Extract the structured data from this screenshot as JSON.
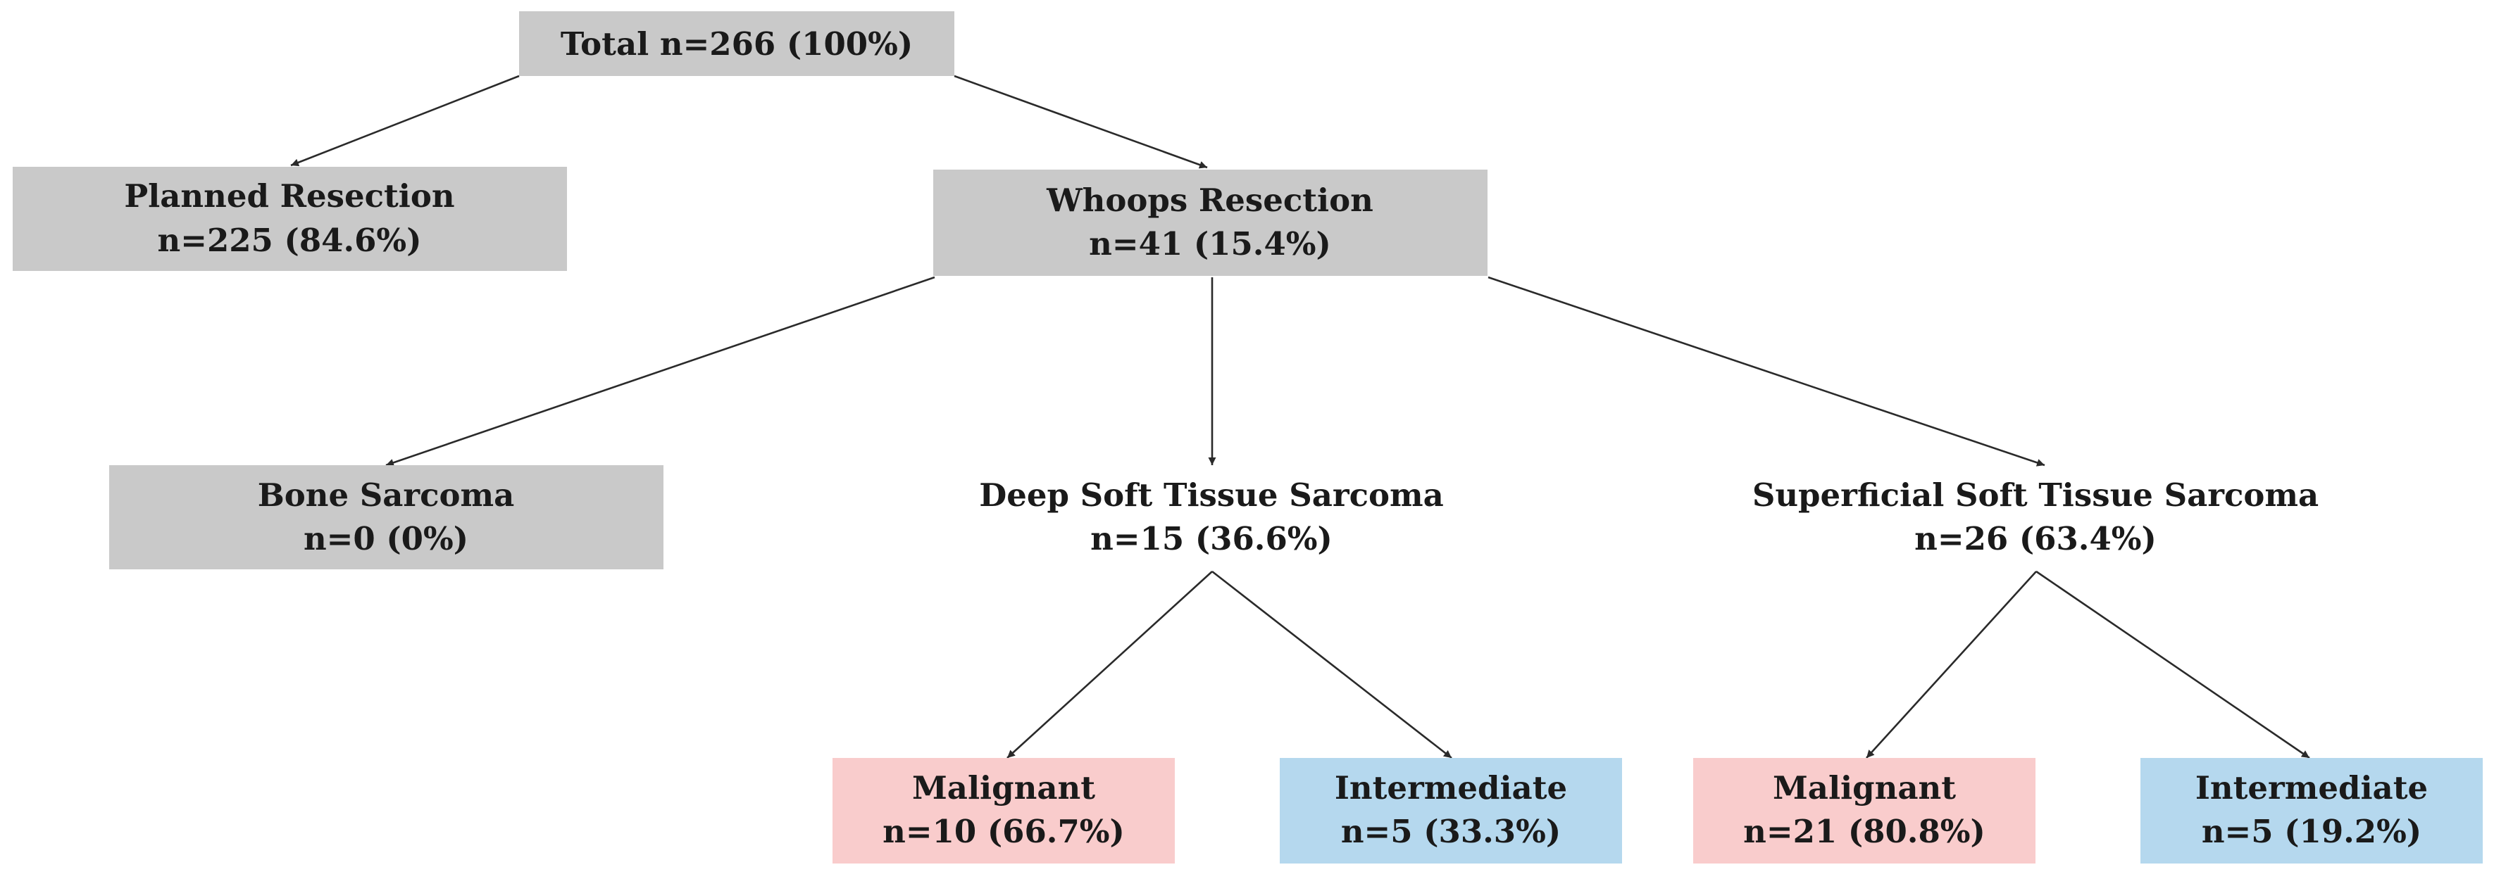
{
  "colors": {
    "gray_box": "#c9c9c9",
    "malignant_box": "#f9cccc",
    "intermediate_box": "#b5d8ee",
    "text": "#1a1a1a",
    "line": "#2a2a2a"
  },
  "nodes": {
    "total": {
      "line1": "Total n=266 (100%)"
    },
    "planned": {
      "line1": "Planned Resection",
      "line2": "n=225 (84.6%)"
    },
    "whoops": {
      "line1": "Whoops Resection",
      "line2": "n=41 (15.4%)"
    },
    "bone": {
      "line1": "Bone Sarcoma",
      "line2": "n=0 (0%)"
    },
    "deep": {
      "line1": "Deep Soft Tissue Sarcoma",
      "line2": "n=15 (36.6%)"
    },
    "superficial": {
      "line1": "Superficial Soft Tissue Sarcoma",
      "line2": "n=26 (63.4%)"
    },
    "deep_malignant": {
      "line1": "Malignant",
      "line2": "n=10 (66.7%)"
    },
    "deep_intermediate": {
      "line1": "Intermediate",
      "line2": "n=5 (33.3%)"
    },
    "superficial_malignant": {
      "line1": "Malignant",
      "line2": "n=21 (80.8%)"
    },
    "superficial_intermediate": {
      "line1": "Intermediate",
      "line2": "n=5 (19.2%)"
    }
  }
}
